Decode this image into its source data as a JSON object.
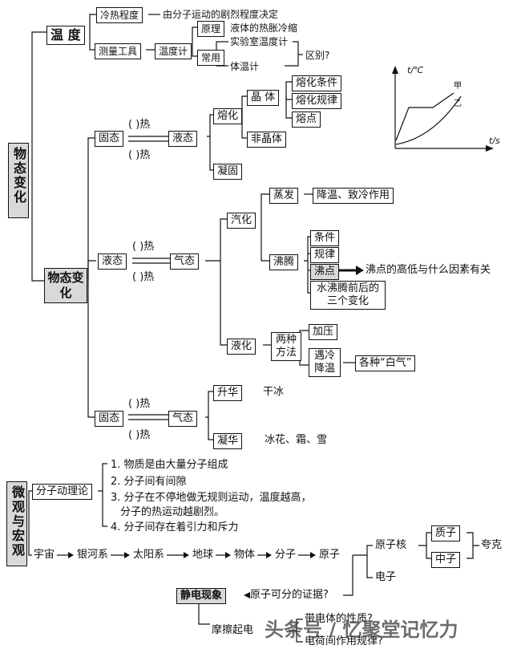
{
  "root": {
    "label": "物态变化"
  },
  "temperature": {
    "title": "温  度",
    "degree": "冷热程度",
    "degree_desc": "由分子运动的剧烈程度决定",
    "tool": "测量工具",
    "thermometer": "温度计",
    "principle": "原理",
    "principle_desc": "液体的热胀冷缩",
    "common": "常用",
    "lab": "实验室温度计",
    "body": "体温计",
    "difference": "区别?"
  },
  "phase": {
    "title": "物态变化",
    "solid": "固态",
    "liquid": "液态",
    "gas": "气态",
    "paren_heat": "(  )热",
    "melting": "熔化",
    "crystal": "晶  体",
    "melt_condition": "熔化条件",
    "melt_rule": "熔化规律",
    "melt_point": "熔点",
    "amorphous": "非晶体",
    "solidify": "凝固",
    "vaporize": "汽化",
    "evaporate": "蒸发",
    "evap_desc": "降温、致冷作用",
    "boil": "沸腾",
    "condition": "条件",
    "rule": "规律",
    "boil_point": "沸点",
    "boil_point_desc": "沸点的高低与什么因素有关",
    "boil_change": "水沸腾前后的三个变化",
    "liquefy": "液化",
    "two_methods": "两种方法",
    "pressurize": "加压",
    "cool": "遇冷降温",
    "white_gas": "各种“白气”",
    "sublimate": "升华",
    "dry_ice": "干冰",
    "deposit": "凝华",
    "deposit_desc": "冰花、霜、雪"
  },
  "graph": {
    "ylabel": "t/℃",
    "xlabel": "t/s",
    "jia": "甲",
    "yi": "乙"
  },
  "micro": {
    "title": "微观与宏观",
    "theory": "分子动理论",
    "p1": "1. 物质是由大量分子组成",
    "p2": "2. 分子间有间隙",
    "p3a": "3. 分子在不停地做无规则运动，温度越高，",
    "p3b": "分子的热运动越剧烈。",
    "p4": "4. 分子间存在着引力和斥力",
    "chain": [
      "宇宙",
      "银河系",
      "太阳系",
      "地球",
      "物体",
      "分子",
      "原子"
    ],
    "nucleus": "原子核",
    "proton": "质子",
    "neutron": "中子",
    "quark": "夸克",
    "electron": "电子",
    "static": "静电现象",
    "evidence": "原子可分的证据?",
    "friction": "摩擦起电",
    "charged_nature": "带电体的性质?",
    "charge_rule": "电荷间作用规律?"
  },
  "watermark": "头条号 / 忆聚堂记忆力"
}
